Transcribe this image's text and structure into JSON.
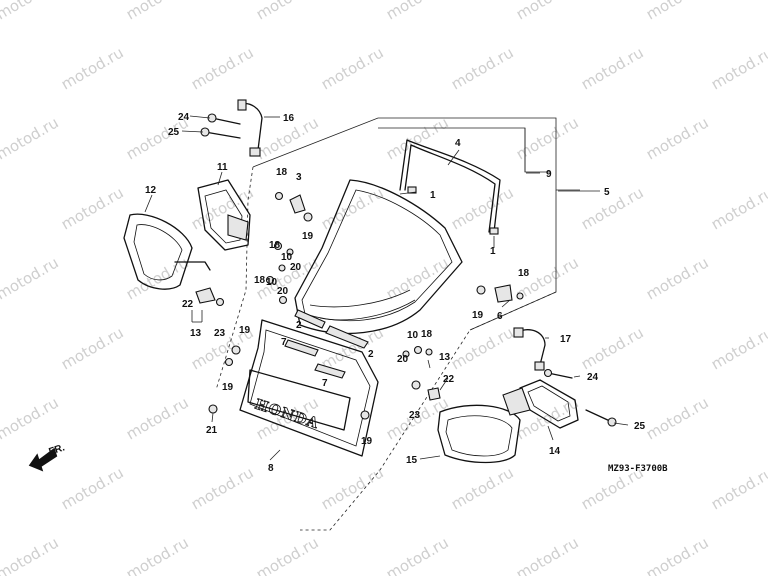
{
  "watermark": "motod.ru",
  "diagram_code": "MZ93-F3700B",
  "front_label": "FR.",
  "brand_text": "HONDA",
  "callouts": {
    "c24a": "24",
    "c25a": "25",
    "c16": "16",
    "c11": "11",
    "c12": "12",
    "c22a": "22",
    "c13a": "13",
    "c23a": "23",
    "c18a": "18",
    "c3": "3",
    "c19a": "19",
    "c18b": "18",
    "c10a": "10",
    "c20a": "20",
    "c18c": "18",
    "c10b": "10",
    "c20b": "20",
    "c4": "4",
    "c9": "9",
    "c5": "5",
    "c1a": "1",
    "c1b": "1",
    "c18d": "18",
    "c19b": "19",
    "c6": "6",
    "c2a": "2",
    "c2b": "2",
    "c7a": "7",
    "c7b": "7",
    "c19c": "19",
    "c19d": "19",
    "c21": "21",
    "c8": "8",
    "c19e": "19",
    "c10c": "10",
    "c18e": "18",
    "c20c": "20",
    "c13b": "13",
    "c22b": "22",
    "c23b": "23",
    "c17": "17",
    "c24b": "24",
    "c25b": "25",
    "c14": "14",
    "c15": "15"
  }
}
